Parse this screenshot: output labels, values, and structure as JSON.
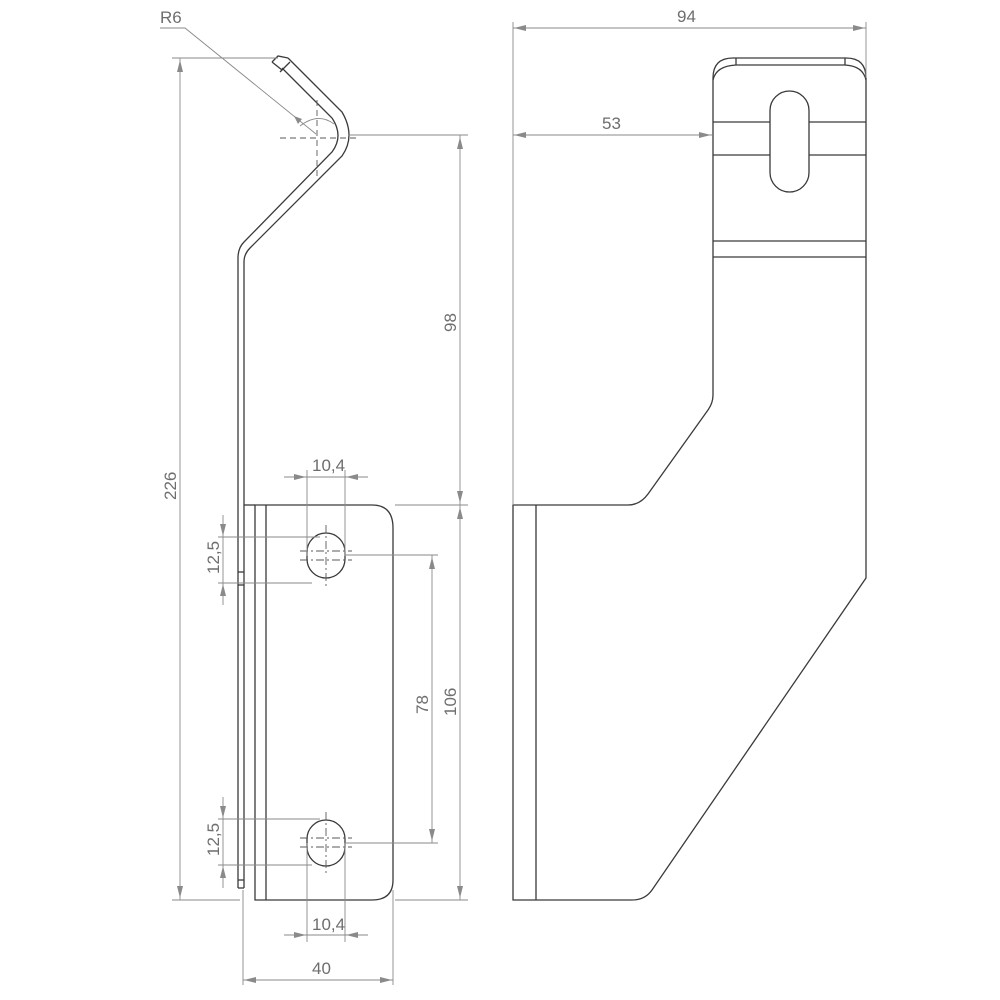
{
  "drawing": {
    "type": "technical-drawing",
    "subject": "Bent sheet-metal bracket",
    "views": [
      "side-profile",
      "front-plate",
      "right-elevation"
    ],
    "colors": {
      "part_line": "#3a3a3a",
      "dimension_line": "#8a8a8a",
      "text": "#6e6e6e",
      "background": "#ffffff"
    }
  },
  "dimensions": {
    "bend_radius": "R6",
    "overall_height": "226",
    "upper_height": "98",
    "lower_height": "106",
    "hole_spacing": "78",
    "top_hole_slot_height": "12,5",
    "bottom_hole_slot_height": "12,5",
    "top_hole_width": "10,4",
    "bottom_hole_width": "10,4",
    "plate_width": "40",
    "overall_width": "94",
    "offset_width": "53"
  }
}
